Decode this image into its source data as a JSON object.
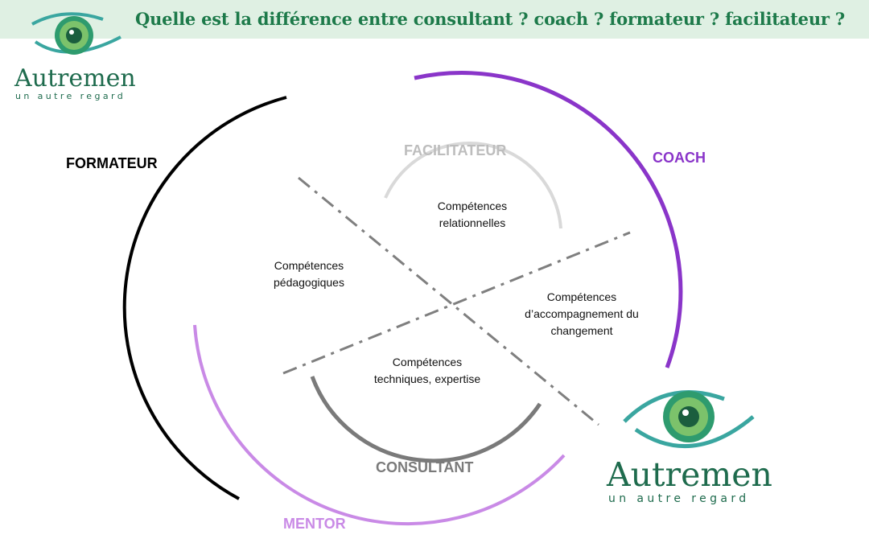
{
  "header": {
    "title": "Quelle est la différence entre consultant ? coach ? formateur ? facilitateur ?"
  },
  "logo": {
    "name": "Autremen",
    "tagline": "un autre regard"
  },
  "roles": {
    "formateur": "FORMATEUR",
    "facilitateur": "FACILITATEUR",
    "coach": "COACH",
    "consultant": "CONSULTANT",
    "mentor": "MENTOR"
  },
  "competences": {
    "relationnelles": [
      "Compétences",
      "relationnelles"
    ],
    "pedagogiques": [
      "Compétences",
      "pédagogiques"
    ],
    "accompagnement": [
      "Compétences",
      "d’accompagnement du",
      "changement"
    ],
    "techniques": [
      "Compétences",
      "techniques, expertise"
    ]
  },
  "colors": {
    "header_bg": "#dff0e3",
    "title": "#1d7a4a",
    "formateur": "#000000",
    "facilitateur": "#bdbdbd",
    "coach": "#8a35c9",
    "consultant": "#7a7a7a",
    "mentor": "#c98ae6",
    "dashed_line": "#7f7f7f",
    "logo_green": "#1e6b4d"
  }
}
